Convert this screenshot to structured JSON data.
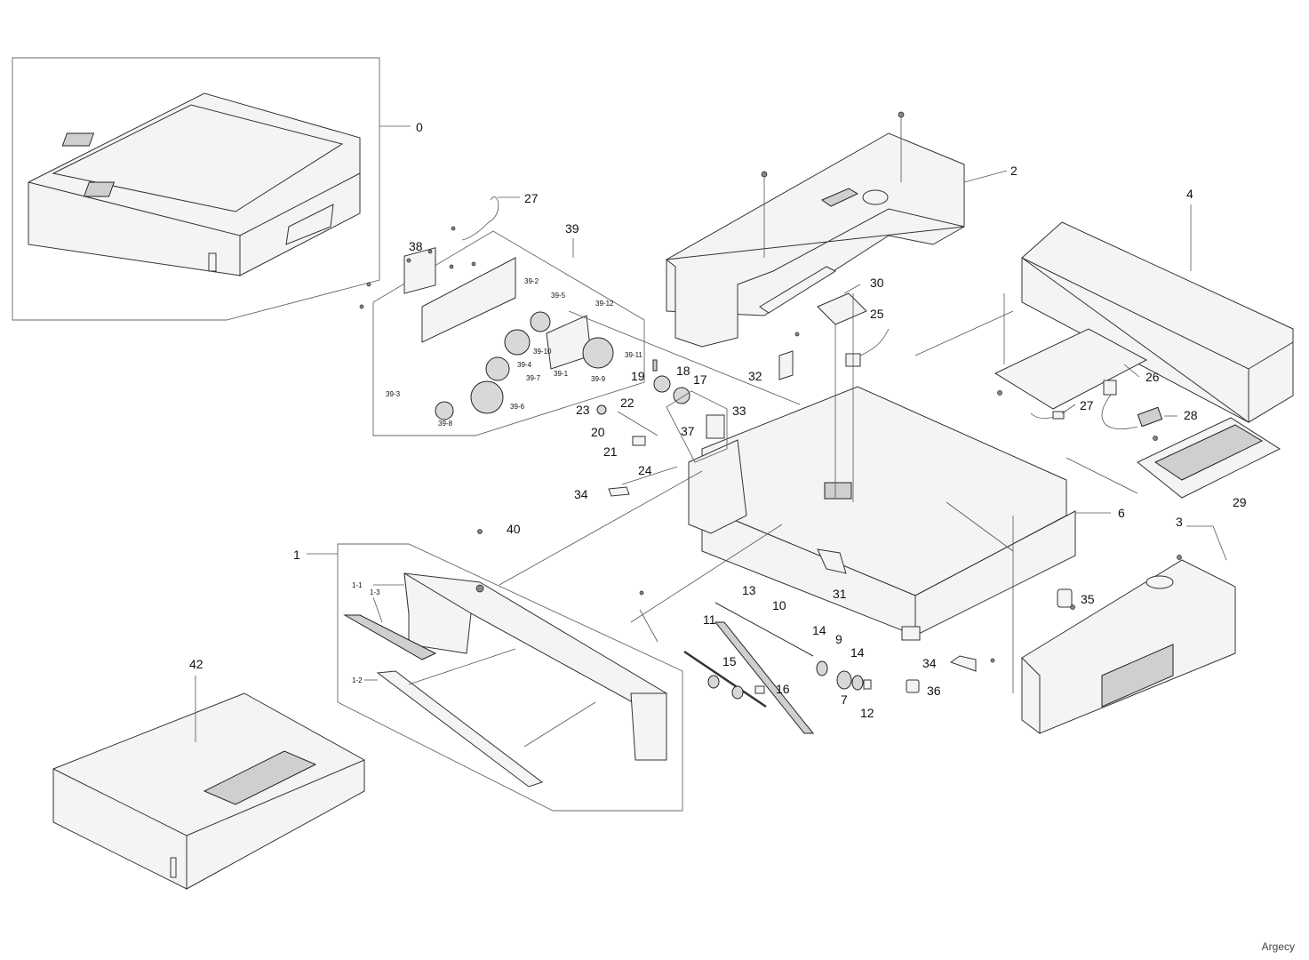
{
  "callouts": {
    "c0": "0",
    "c1": "1",
    "c1_1": "1-1",
    "c1_2": "1-2",
    "c1_3": "1-3",
    "c2": "2",
    "c3": "3",
    "c4": "4",
    "c6": "6",
    "c7": "7",
    "c9": "9",
    "c10": "10",
    "c11": "11",
    "c12": "12",
    "c13": "13",
    "c14a": "14",
    "c14b": "14",
    "c15": "15",
    "c16": "16",
    "c17": "17",
    "c18": "18",
    "c19": "19",
    "c20": "20",
    "c21": "21",
    "c22": "22",
    "c23": "23",
    "c24": "24",
    "c25": "25",
    "c26": "26",
    "c27a": "27",
    "c27b": "27",
    "c28": "28",
    "c29": "29",
    "c30": "30",
    "c31": "31",
    "c32": "32",
    "c33": "33",
    "c34a": "34",
    "c34b": "34",
    "c35": "35",
    "c36": "36",
    "c37": "37",
    "c38": "38",
    "c39": "39",
    "c39_1": "39-1",
    "c39_2": "39-2",
    "c39_3": "39-3",
    "c39_4": "39-4",
    "c39_5": "39-5",
    "c39_6": "39-6",
    "c39_7": "39-7",
    "c39_8": "39-8",
    "c39_9": "39-9",
    "c39_10": "39-10",
    "c39_11": "39-11",
    "c39_12": "39-12",
    "c40": "40",
    "c42": "42"
  },
  "watermark": "Argecy"
}
